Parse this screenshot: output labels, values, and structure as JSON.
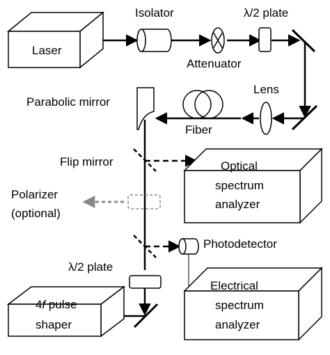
{
  "labels": {
    "laser": "Laser",
    "isolator": "Isolator",
    "half_wave_plate_top": "λ/2 plate",
    "attenuator": "Attenuator",
    "lens": "Lens",
    "parabolic_mirror": "Parabolic mirror",
    "fiber": "Fiber",
    "flip_mirror": "Flip mirror",
    "osa_line1": "Optical",
    "osa_line2": "spectrum",
    "osa_line3": "analyzer",
    "polarizer_line1": "Polarizer",
    "polarizer_line2": "(optional)",
    "photodetector": "Photodetector",
    "half_wave_plate_bottom": "λ/2 plate",
    "esa_line1": "Electrical",
    "esa_line2": "spectrum",
    "esa_line3": "analyzer",
    "shaper_prefix": "4",
    "shaper_italic": "f",
    "shaper_suffix": " pulse",
    "shaper_line2": "shaper"
  },
  "colors": {
    "line": "#000000",
    "optional_component": "#888888",
    "box_fill": "#ffffff",
    "component_fill": "#ffffff"
  }
}
